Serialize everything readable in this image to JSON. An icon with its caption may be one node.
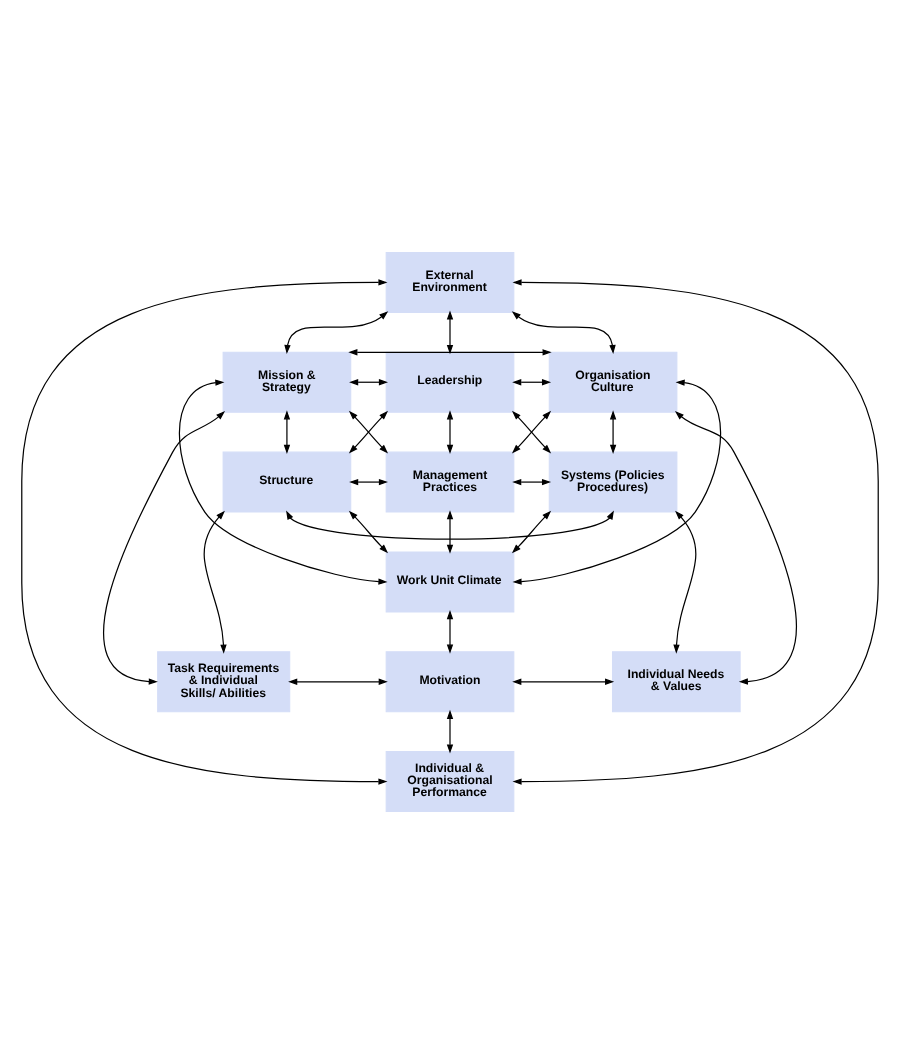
{
  "diagram": {
    "nodes": [
      {
        "text": [
          "External Environment"
        ]
      },
      {
        "text": [
          "Mission & Strategy"
        ]
      },
      {
        "text": [
          "Leadership"
        ]
      },
      {
        "text": [
          "Organisation Culture"
        ]
      },
      {
        "text": [
          "Structure"
        ]
      },
      {
        "text": [
          "Management Practices"
        ]
      },
      {
        "text": [
          "Systems (Policies Procedures)"
        ]
      },
      {
        "text": [
          "Work Unit Climate"
        ]
      },
      {
        "text": [
          "Task Requirements & Individual Skills/ Abilities"
        ]
      },
      {
        "text": [
          "Motivation"
        ]
      },
      {
        "text": [
          "Individual Needs & Values"
        ]
      },
      {
        "text": [
          "Individual & Organisational Performance"
        ]
      }
    ],
    "edges": [
      {
        "from": 1,
        "to": 0,
        "arrow": "both"
      },
      {
        "from": 0,
        "to": 3,
        "arrow": "both"
      },
      {
        "from": 0,
        "to": 2,
        "arrow": "both"
      },
      {
        "from": 1,
        "to": 2,
        "arrow": "both"
      },
      {
        "from": 2,
        "to": 3,
        "arrow": "both"
      },
      {
        "from": 1,
        "to": 3,
        "arrow": "both"
      },
      {
        "from": 2,
        "to": 5,
        "arrow": "both"
      },
      {
        "from": 4,
        "to": 2,
        "arrow": "both"
      },
      {
        "from": 1,
        "to": 5,
        "arrow": "both"
      },
      {
        "from": 2,
        "to": 6,
        "arrow": "both"
      },
      {
        "from": 3,
        "to": 5,
        "arrow": "both"
      },
      {
        "from": 1,
        "to": 4,
        "arrow": "both"
      },
      {
        "from": 3,
        "to": 6,
        "arrow": "both"
      },
      {
        "from": 4,
        "to": 5,
        "arrow": "both"
      },
      {
        "from": 5,
        "to": 6,
        "arrow": "both"
      },
      {
        "from": 4,
        "to": 6,
        "arrow": "both"
      },
      {
        "from": 5,
        "to": 7,
        "arrow": "both"
      },
      {
        "from": 4,
        "to": 7,
        "arrow": "both"
      },
      {
        "from": 6,
        "to": 7,
        "arrow": "both"
      },
      {
        "from": 1,
        "to": 7,
        "arrow": "both"
      },
      {
        "from": 3,
        "to": 7,
        "arrow": "both"
      },
      {
        "from": 1,
        "to": 8,
        "arrow": "both"
      },
      {
        "from": 3,
        "to": 10,
        "arrow": "both"
      },
      {
        "from": 4,
        "to": 8,
        "arrow": "both"
      },
      {
        "from": 6,
        "to": 10,
        "arrow": "both"
      },
      {
        "from": 7,
        "to": 9,
        "arrow": "both"
      },
      {
        "from": 8,
        "to": 9,
        "arrow": "both"
      },
      {
        "from": 9,
        "to": 10,
        "arrow": "both"
      },
      {
        "from": 9,
        "to": 11,
        "arrow": "both"
      },
      {
        "from": 0,
        "to": 11,
        "arrow": "both"
      },
      {
        "from": 0,
        "to": 11,
        "arrow": "both"
      }
    ]
  }
}
